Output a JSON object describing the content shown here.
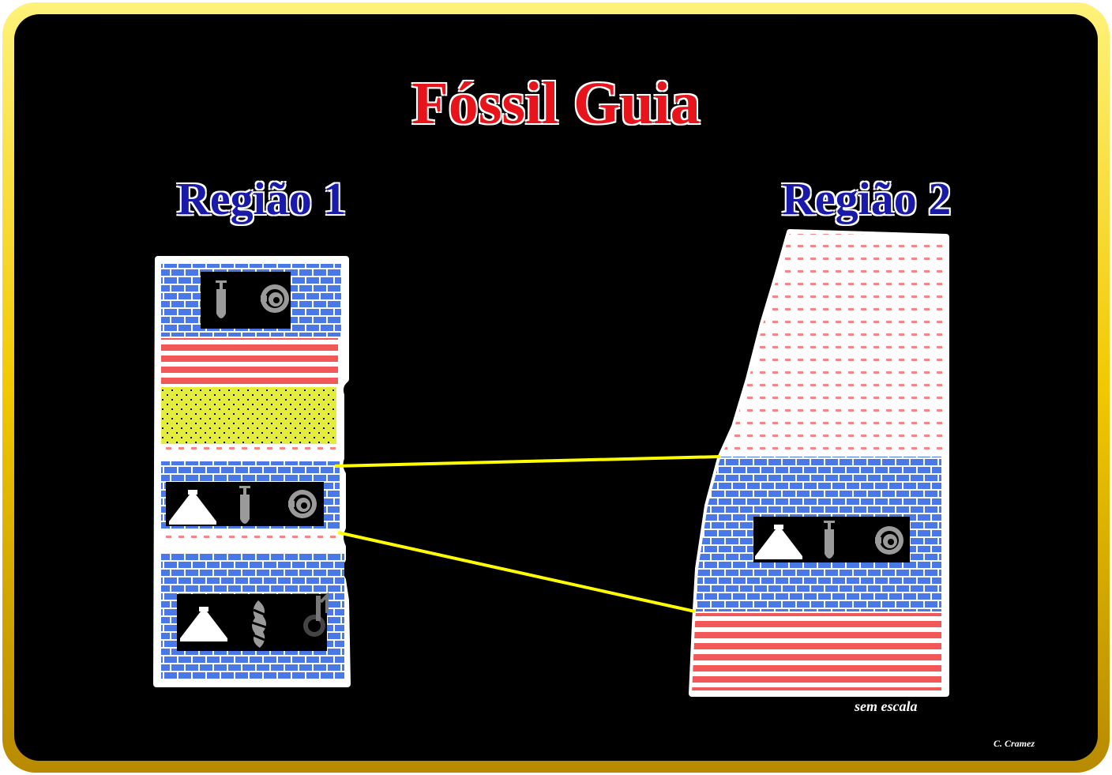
{
  "title": "Fóssil Guia",
  "regions": [
    {
      "label": "Região 1"
    },
    {
      "label": "Região 2"
    }
  ],
  "scale_note": "sem escala",
  "author": "C. Cramez",
  "legend_colors": {
    "background": "#000000",
    "frame": "#f0d000",
    "limestone": "#4a78e6",
    "shale": "#f25858",
    "sandstone": "#e4ec3c",
    "correlation_line": "#ffff00",
    "title": "#e8141c",
    "region_label": "#1a1aa8"
  },
  "fossil_panels": [
    {
      "region": 1,
      "layer": "top",
      "fossils": [
        "belemnite-icon",
        "ammonite-icon"
      ]
    },
    {
      "region": 1,
      "layer": "middle",
      "fossils": [
        "trilobite-icon",
        "belemnite-icon",
        "ammonite-icon"
      ]
    },
    {
      "region": 1,
      "layer": "bottom",
      "fossils": [
        "trilobite-icon",
        "gastropod-icon",
        "crinoid-icon"
      ]
    },
    {
      "region": 2,
      "layer": "middle",
      "fossils": [
        "trilobite-icon",
        "belemnite-icon",
        "ammonite-icon"
      ]
    }
  ]
}
